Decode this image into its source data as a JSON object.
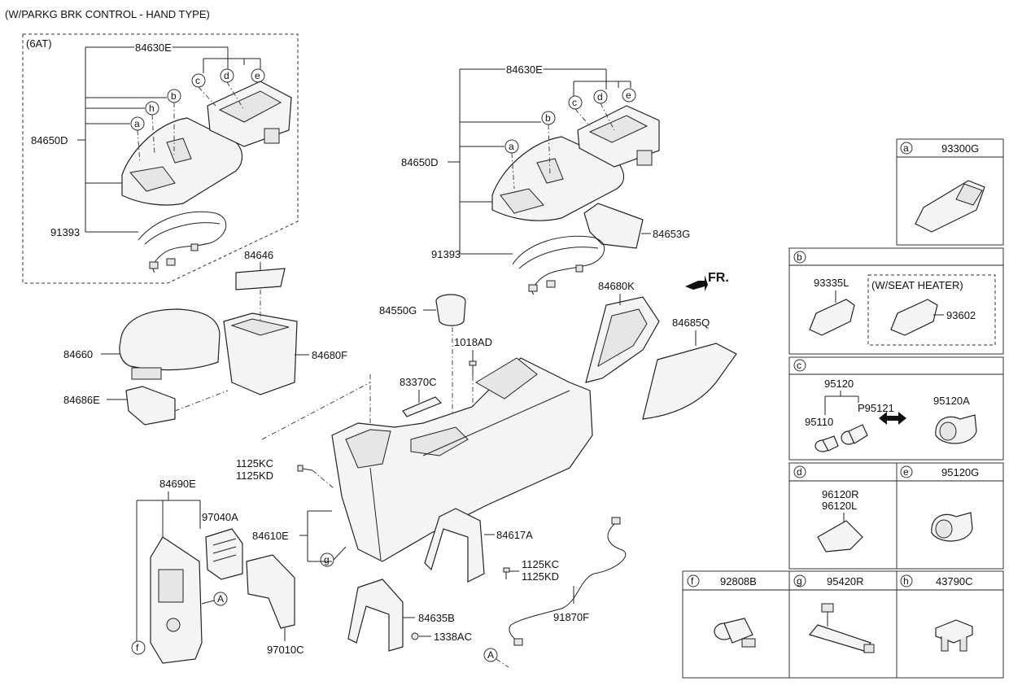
{
  "header": {
    "title": "(W/PARKG BRK CONTROL - HAND TYPE)",
    "variant": "(6AT)"
  },
  "callouts": {
    "c84630E_a": "84630E",
    "c84650D_a": "84650D",
    "c91393_a": "91393",
    "c84630E_b": "84630E",
    "c84650D_b": "84650D",
    "c91393_b": "91393",
    "c84653G": "84653G",
    "c84646": "84646",
    "c84660": "84660",
    "c84680F": "84680F",
    "c84686E": "84686E",
    "c84550G": "84550G",
    "c1018AD": "1018AD",
    "c83370C": "83370C",
    "c84680K": "84680K",
    "c84685Q": "84685Q",
    "fr": "FR.",
    "c1125KC_a": "1125KC",
    "c1125KD_a": "1125KD",
    "c84690E": "84690E",
    "c97040A": "97040A",
    "c84610E": "84610E",
    "c84617A": "84617A",
    "c1125KC_b": "1125KC",
    "c1125KD_b": "1125KD",
    "c97010C": "97010C",
    "c84635B": "84635B",
    "c1338AC": "1338AC",
    "c91870F": "91870F"
  },
  "letters": {
    "a": "a",
    "b": "b",
    "c": "c",
    "d": "d",
    "e": "e",
    "f": "f",
    "g": "g",
    "h": "h",
    "A": "A"
  },
  "legend": {
    "a": "93300G",
    "b": "",
    "b_sub": "93335L",
    "b_note": "(W/SEAT HEATER)",
    "b_alt": "93602",
    "c": "",
    "c_group": "95120",
    "c_part1": "95110",
    "c_part2": "P95121",
    "c_alt": "95120A",
    "d": "",
    "d_r": "96120R",
    "d_l": "96120L",
    "e": "95120G",
    "f": "92808B",
    "g": "95420R",
    "h": "43790C"
  }
}
